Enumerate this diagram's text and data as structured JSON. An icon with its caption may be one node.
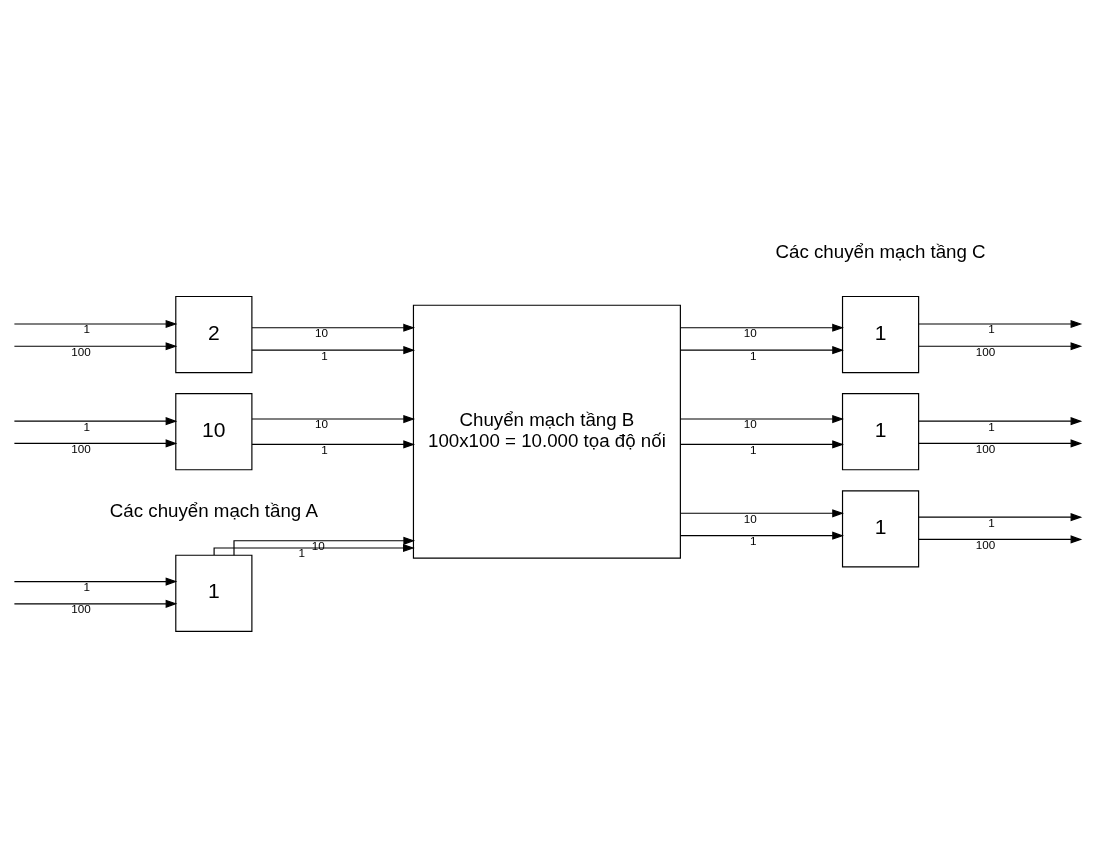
{
  "diagram": {
    "nodes": [
      {
        "text": [
          "1"
        ]
      },
      {
        "text": [
          "2"
        ]
      },
      {
        "text": [
          "10"
        ]
      },
      {
        "text": [
          "Chuyển mạch tầng B",
          "100x100 = 10.000 tọa độ nối"
        ]
      },
      {
        "text": [
          "1"
        ]
      },
      {
        "text": [
          "1"
        ]
      },
      {
        "text": [
          "1"
        ]
      }
    ],
    "edges": [
      {
        "from": null,
        "to": 0,
        "arrow": "to",
        "label": "1"
      },
      {
        "from": null,
        "to": 0,
        "arrow": "to",
        "label": "100"
      },
      {
        "from": null,
        "to": 1,
        "arrow": "to",
        "label": "1"
      },
      {
        "from": null,
        "to": 1,
        "arrow": "to",
        "label": "100"
      },
      {
        "from": null,
        "to": 2,
        "arrow": "to",
        "label": "1"
      },
      {
        "from": null,
        "to": 2,
        "arrow": "to",
        "label": "100"
      },
      {
        "from": 0,
        "to": 3,
        "arrow": "to",
        "label": "1"
      },
      {
        "from": 0,
        "to": 3,
        "arrow": "to",
        "label": "10"
      },
      {
        "from": 1,
        "to": 3,
        "arrow": "to",
        "label": "1"
      },
      {
        "from": 1,
        "to": 3,
        "arrow": "to",
        "label": "10"
      },
      {
        "from": 2,
        "to": 3,
        "arrow": "to",
        "label": "1"
      },
      {
        "from": 2,
        "to": 3,
        "arrow": "to",
        "label": "10"
      },
      {
        "from": 3,
        "to": 4,
        "arrow": "to",
        "label": "1"
      },
      {
        "from": 3,
        "to": 4,
        "arrow": "to",
        "label": "10"
      },
      {
        "from": 3,
        "to": 5,
        "arrow": "to",
        "label": "1"
      },
      {
        "from": 3,
        "to": 5,
        "arrow": "to",
        "label": "10"
      },
      {
        "from": 3,
        "to": 6,
        "arrow": "to",
        "label": "1"
      },
      {
        "from": 3,
        "to": 6,
        "arrow": "to",
        "label": "10"
      },
      {
        "from": 4,
        "to": null,
        "arrow": "to",
        "label": "1"
      },
      {
        "from": 4,
        "to": null,
        "arrow": "to",
        "label": "100"
      },
      {
        "from": 5,
        "to": null,
        "arrow": "to",
        "label": "1"
      },
      {
        "from": 5,
        "to": null,
        "arrow": "to",
        "label": "100"
      },
      {
        "from": 6,
        "to": null,
        "arrow": "to",
        "label": "1"
      },
      {
        "from": 6,
        "to": null,
        "arrow": "to",
        "label": "100"
      }
    ],
    "labels": [
      "Các chuyển mạch tầng A",
      "Các chuyển mạch tầng C"
    ]
  }
}
